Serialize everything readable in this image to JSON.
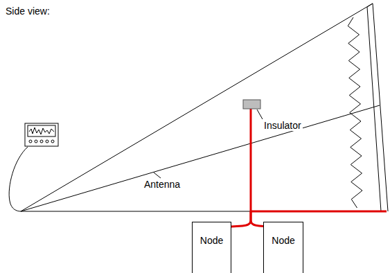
{
  "diagram": {
    "title": "Side view:",
    "nodes": [
      {
        "text": [
          "Node"
        ]
      },
      {
        "text": [
          "Node"
        ]
      }
    ],
    "labels": [
      "Antenna",
      "Insulator"
    ]
  }
}
